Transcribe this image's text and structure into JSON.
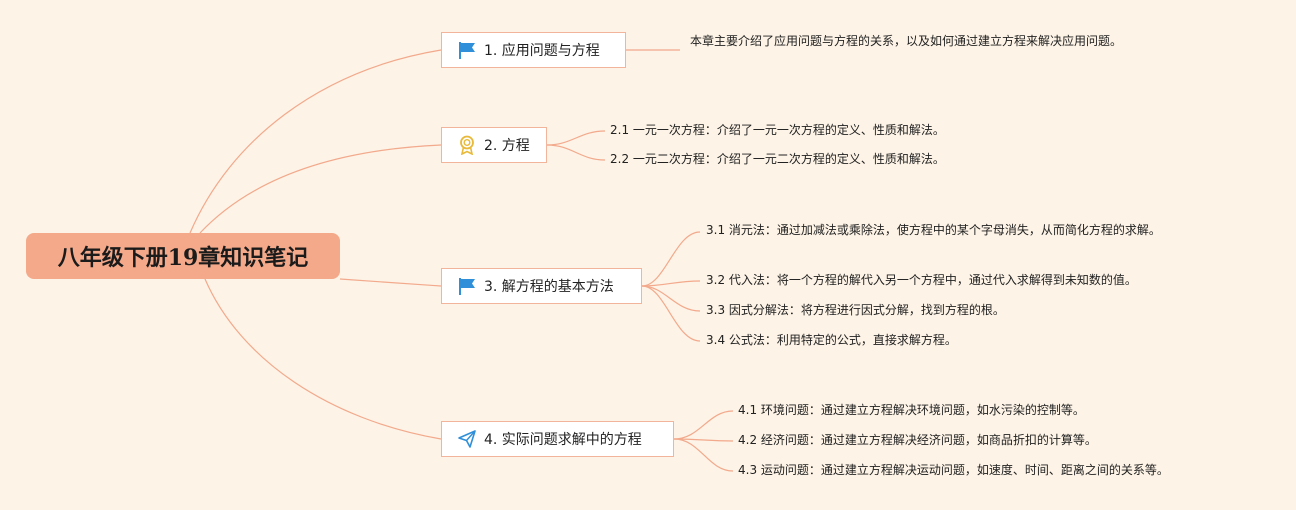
{
  "root": {
    "title": "八年级下册19章知识笔记"
  },
  "branches": [
    {
      "label": "1. 应用问题与方程",
      "icon": "flag-icon",
      "children": [
        "本章主要介绍了应用问题与方程的关系，以及如何通过建立方程来解决应用问题。"
      ]
    },
    {
      "label": "2. 方程",
      "icon": "medal-icon",
      "children": [
        "2.1 一元一次方程：介绍了一元一次方程的定义、性质和解法。",
        "2.2 一元二次方程：介绍了一元二次方程的定义、性质和解法。"
      ]
    },
    {
      "label": "3. 解方程的基本方法",
      "icon": "flag-icon",
      "children": [
        "3.1 消元法：通过加减法或乘除法，使方程中的某个字母消失，从而简化方程的求解。",
        "3.2 代入法：将一个方程的解代入另一个方程中，通过代入求解得到未知数的值。",
        "3.3 因式分解法：将方程进行因式分解，找到方程的根。",
        "3.4 公式法：利用特定的公式，直接求解方程。"
      ]
    },
    {
      "label": "4. 实际问题求解中的方程",
      "icon": "paper-plane-icon",
      "children": [
        "4.1 环境问题：通过建立方程解决环境问题，如水污染的控制等。",
        "4.2 经济问题：通过建立方程解决经济问题，如商品折扣的计算等。",
        "4.3 运动问题：通过建立方程解决运动问题，如速度、时间、距离之间的关系等。"
      ]
    }
  ],
  "colors": {
    "background": "#fdf3e6",
    "root_fill": "#f4a98a",
    "branch_border": "#f2b49a",
    "connector": "#f2a98c",
    "flag": "#2f8fd8",
    "medal": "#e8b93a",
    "plane": "#2f8fd8"
  }
}
